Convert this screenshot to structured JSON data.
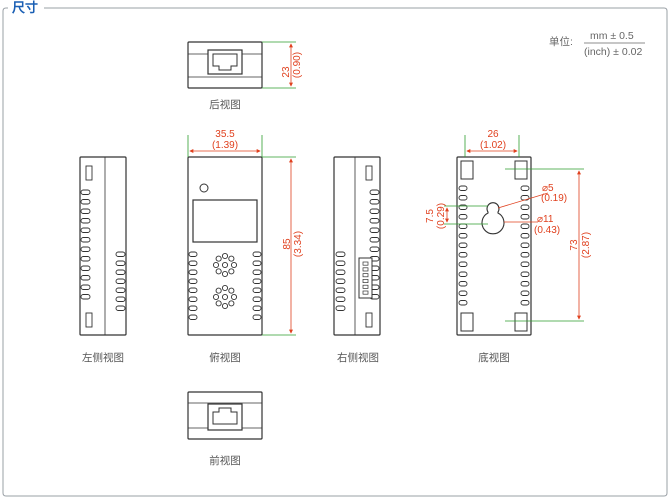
{
  "panel": {
    "title": "尺寸"
  },
  "units": {
    "label": "单位:",
    "metric": "mm ± 0.5",
    "imperial": "(inch) ± 0.02"
  },
  "views": {
    "rear": {
      "label": "后视图",
      "height_mm": "23",
      "height_in": "(0.90)"
    },
    "left": {
      "label": "左侧视图"
    },
    "top": {
      "label": "俯视图",
      "width_mm": "35.5",
      "width_in": "(1.39)",
      "length_mm": "85",
      "length_in": "(3.34)"
    },
    "right": {
      "label": "右侧视图"
    },
    "bottom": {
      "label": "底视图",
      "width_mm": "26",
      "width_in": "(1.02)",
      "offset_mm": "7.5",
      "offset_in": "(0.29)",
      "hole_small_mm": "⌀5",
      "hole_small_in": "(0.19)",
      "hole_large_mm": "⌀11",
      "hole_large_in": "(0.43)",
      "pitch_mm": "73",
      "pitch_in": "(2.87)"
    },
    "front": {
      "label": "前视图"
    }
  },
  "colors": {
    "outline": "#333333",
    "dimension": "#e0401e",
    "extension": "#2e9e2e",
    "frame": "#9aa0a6",
    "title": "#1a5fb4"
  }
}
